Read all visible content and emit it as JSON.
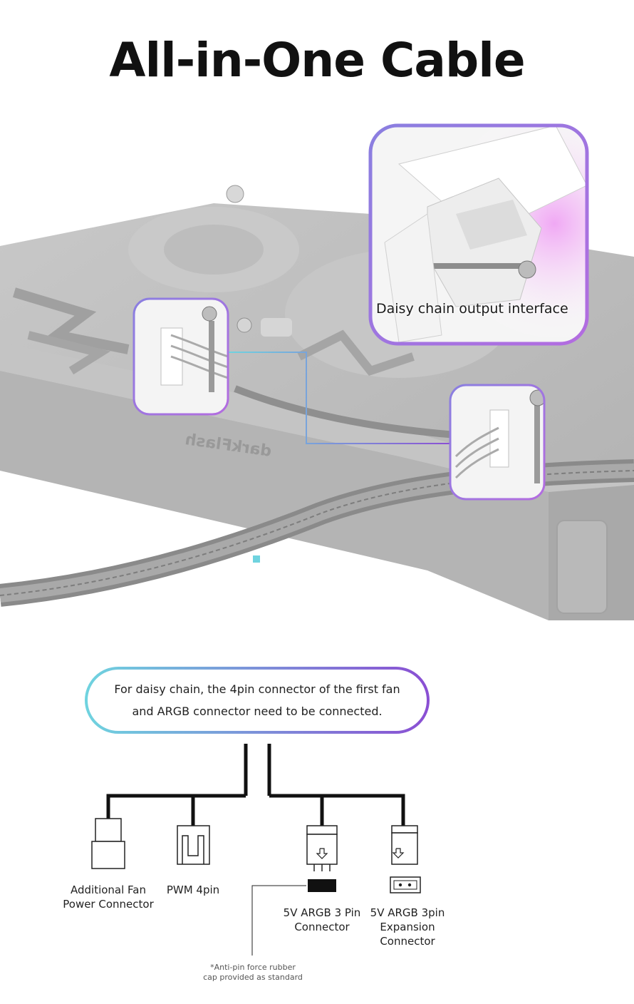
{
  "title": "All-in-One Cable",
  "inset_label": "Daisy chain output interface",
  "fan_logo": "darkFlash",
  "callout": {
    "line1": "For daisy chain, the 4pin connector of the first fan",
    "line2": "and ARGB connector need to be connected."
  },
  "connectors": [
    {
      "line1": "Additional Fan",
      "line2": "Power Connector",
      "line3": ""
    },
    {
      "line1": "PWM 4pin",
      "line2": "",
      "line3": ""
    },
    {
      "line1": "5V ARGB 3 Pin",
      "line2": "Connector",
      "line3": ""
    },
    {
      "line1": "5V ARGB 3pin",
      "line2": "Expansion",
      "line3": "Connector"
    }
  ],
  "note": {
    "line1": "*Anti-pin force rubber",
    "line2": "cap provided as standard"
  },
  "colors": {
    "gradient_start": "#6fd3df",
    "gradient_end": "#8a4fd3",
    "fan_body": "#b9b9b9",
    "fan_frame": "#a8a8a8"
  }
}
